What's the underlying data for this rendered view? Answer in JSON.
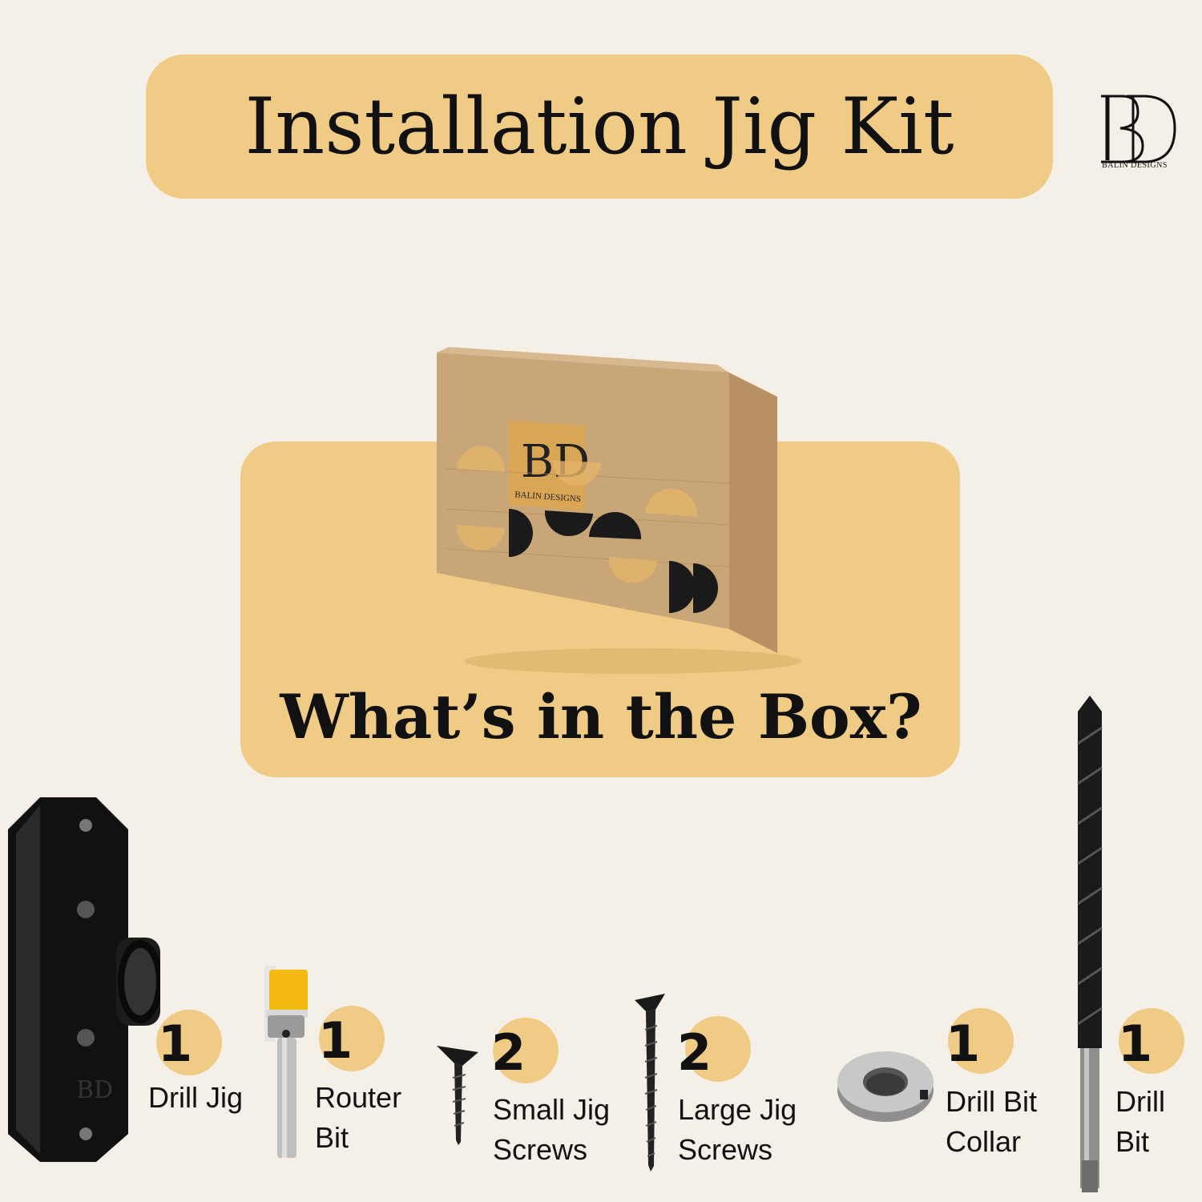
{
  "header": {
    "title": "Installation Jig Kit",
    "brand_initials": "BD",
    "brand_name": "BALIN DESIGNS"
  },
  "hero": {
    "title": "What’s in the Box?",
    "box_logo_initials": "BD",
    "box_brand_name": "BALIN DESIGNS"
  },
  "items": [
    {
      "qty": "1",
      "label": "Drill Jig",
      "icon": "drill-jig-icon"
    },
    {
      "qty": "1",
      "label": "Router\nBit",
      "icon": "router-bit-icon"
    },
    {
      "qty": "2",
      "label": "Small Jig\nScrews",
      "icon": "small-screw-icon"
    },
    {
      "qty": "2",
      "label": "Large Jig\nScrews",
      "icon": "large-screw-icon"
    },
    {
      "qty": "1",
      "label": "Drill Bit\nCollar",
      "icon": "drill-bit-collar-icon"
    },
    {
      "qty": "1",
      "label": "Drill\nBit",
      "icon": "drill-bit-icon"
    }
  ],
  "colors": {
    "background": "#f4efe7",
    "accent": "#f0cb86",
    "text": "#111111",
    "kraft": "#c9a677"
  }
}
